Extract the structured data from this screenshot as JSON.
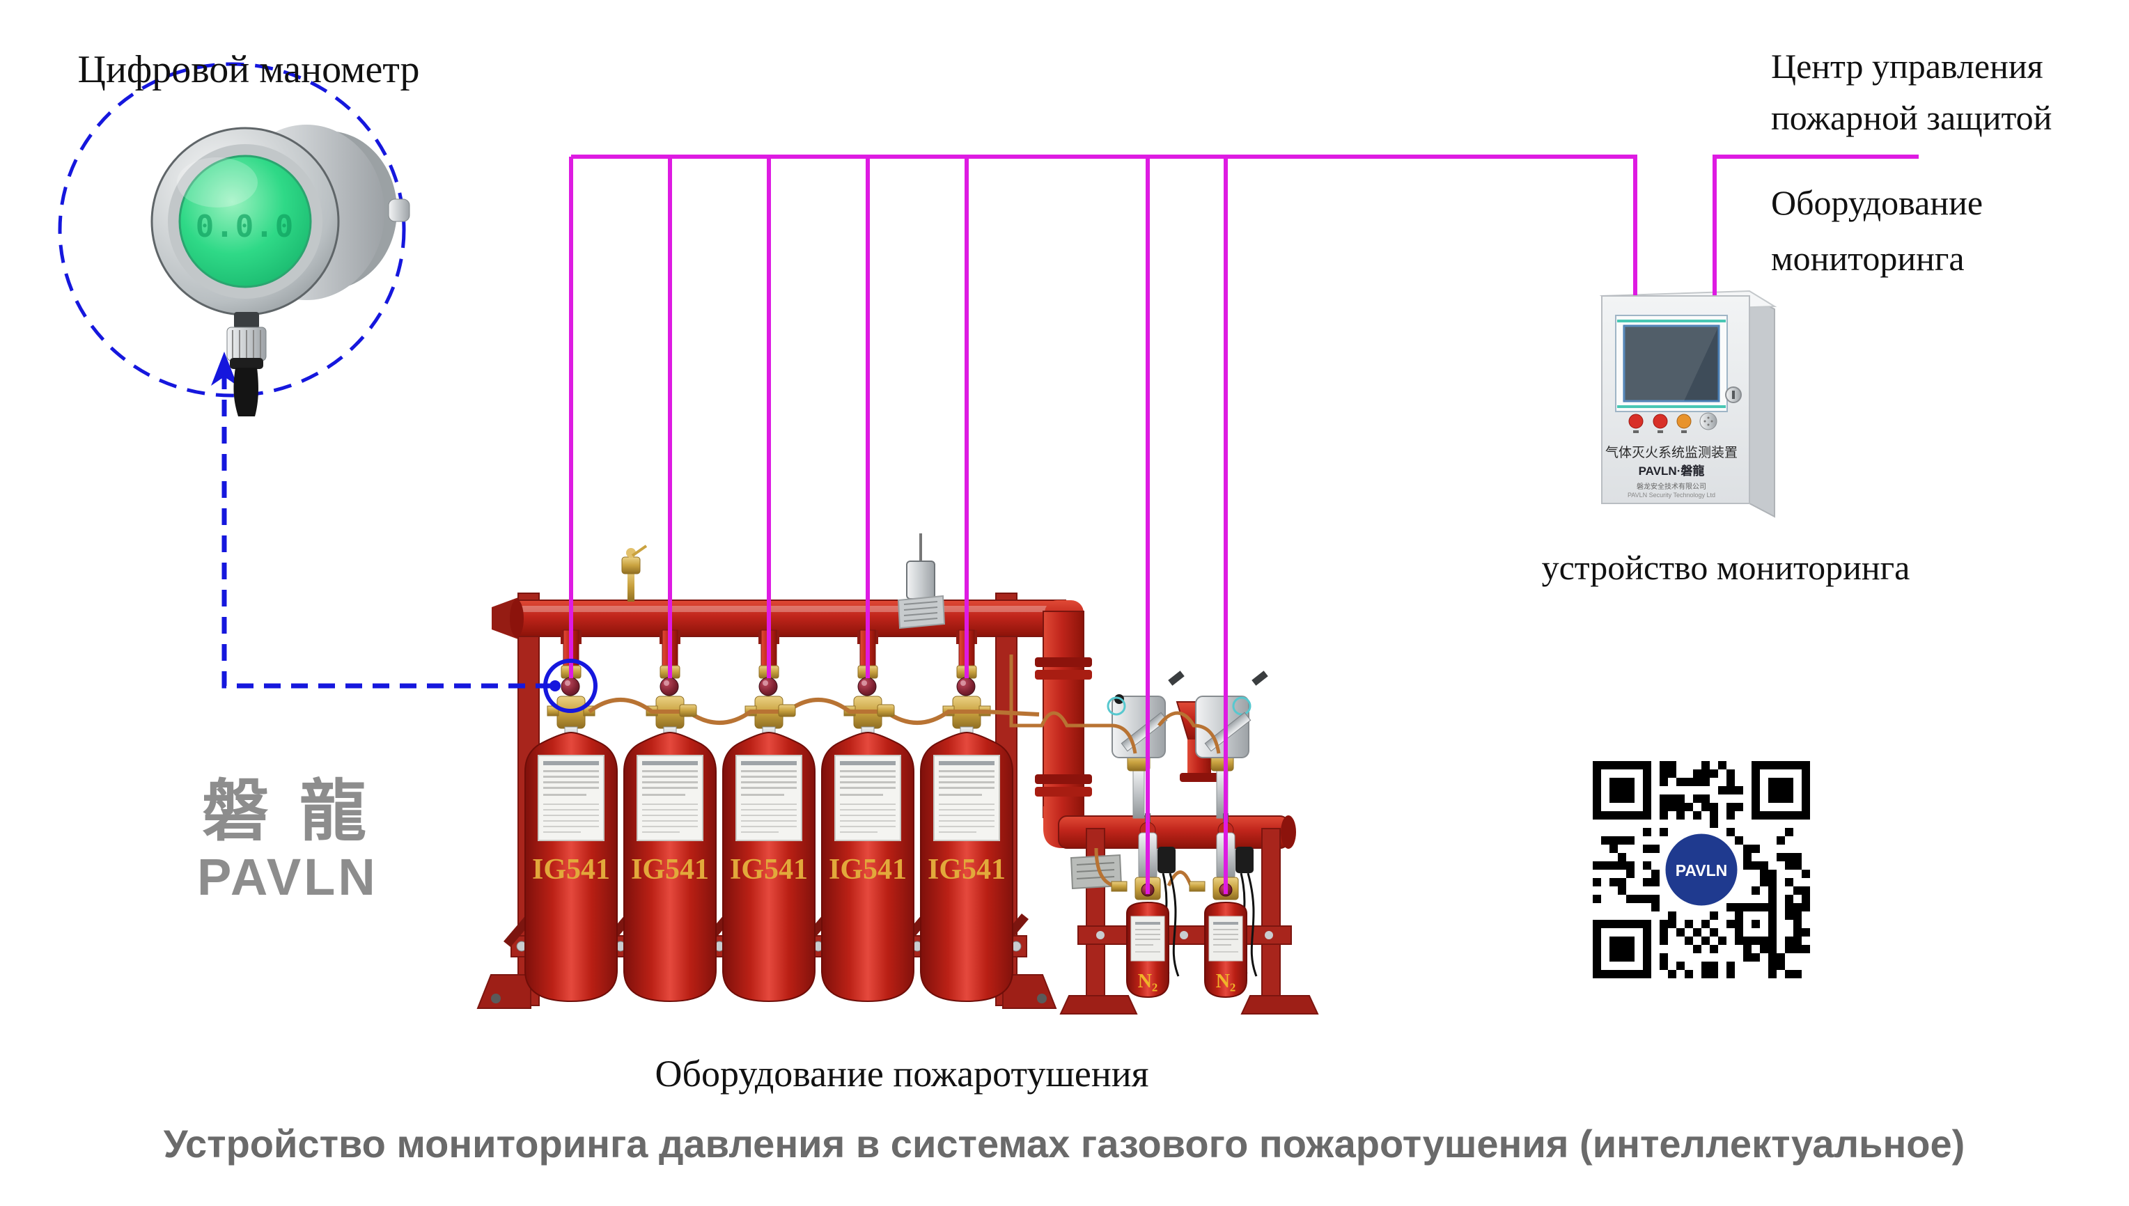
{
  "colors": {
    "magenta": "#DE1BE2",
    "blue": "#1517DD",
    "pipe_red": "#C0251B",
    "cylinder_red": "#C32318",
    "frame_red": "#A8251C",
    "gold_label": "#E2A93B",
    "n2_yellow": "#F0B429",
    "footer_gray": "#6A6A6A",
    "logo_gray": "#8D8D8D",
    "lcd_green": "#2FE08C",
    "qr_blue": "#1F3A8F",
    "brass": "#C9A23F",
    "copper": "#B87333"
  },
  "inset": {
    "title": "Цифровой манометр",
    "display_value": "0.0.0"
  },
  "control_center": {
    "line1": "Центр управления",
    "line2": "пожарной защитой"
  },
  "monitoring_equipment": {
    "line1": "Оборудование",
    "line2": "мониторинга"
  },
  "monitor_box": {
    "caption": "устройство мониторинга",
    "panel_title": "气体灭火系统监测装置",
    "brand": "PAVLN·磐龍",
    "company_line1": "磐龙安全技术有限公司",
    "company_line2": "PAVLN Security Technology Ltd"
  },
  "cylinders": {
    "count": 5,
    "label": "IG541"
  },
  "pilot_cylinders": {
    "count": 2,
    "label": "N₂"
  },
  "brand_logo": {
    "cn": "磐 龍",
    "en": "PAVLN"
  },
  "qr": {
    "center_label": "PAVLN"
  },
  "captions": {
    "equipment": "Оборудование пожаротушения"
  },
  "footer": {
    "title": "Устройство мониторинга давления в системах газового пожаротушения (интеллектуальное)"
  }
}
